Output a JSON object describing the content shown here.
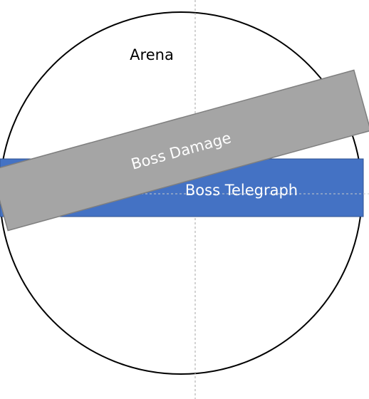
{
  "diagram": {
    "arena_label": "Arena",
    "telegraph_label": "Boss Telegraph",
    "damage_label": "Boss Damage",
    "colors": {
      "background": "#ffffff",
      "arena_stroke": "#000000",
      "guide_line": "#a6a6a6",
      "telegraph_fill": "#4472c4",
      "telegraph_stroke": "#2f528f",
      "damage_fill": "#a5a5a5",
      "damage_stroke": "#7f7f7f",
      "arena_text": "#000000",
      "shape_text": "#ffffff"
    }
  }
}
